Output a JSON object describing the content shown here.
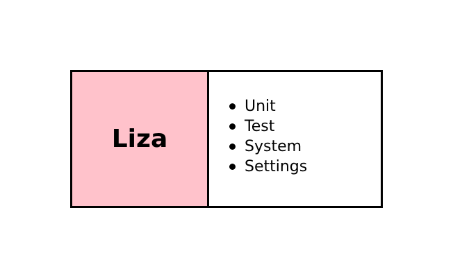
{
  "card": {
    "name": "Liza",
    "accent_color": "#ffc2cb",
    "items": [
      {
        "label": "Unit"
      },
      {
        "label": "Test"
      },
      {
        "label": "System"
      },
      {
        "label": "Settings"
      }
    ]
  }
}
